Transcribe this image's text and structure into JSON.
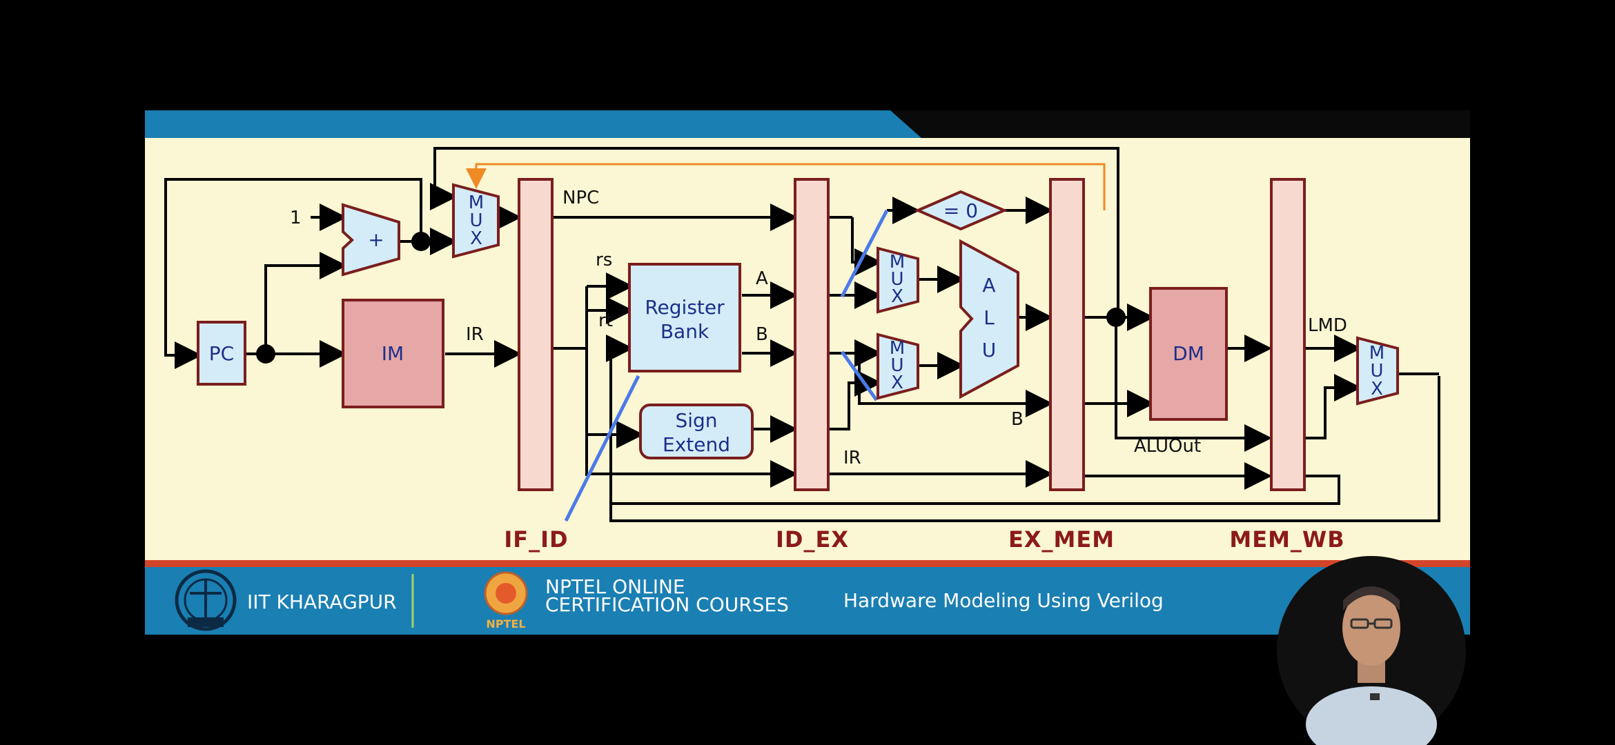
{
  "footer": {
    "institute": "IIT KHARAGPUR",
    "nptel_line1": "NPTEL ONLINE",
    "nptel_line2": "CERTIFICATION COURSES",
    "nptel_logo_text": "NPTEL",
    "course_title": "Hardware Modeling Using Verilog"
  },
  "blocks": {
    "pc": "PC",
    "im": "IM",
    "register_bank_line1": "Register",
    "register_bank_line2": "Bank",
    "sign_extend_line1": "Sign",
    "sign_extend_line2": "Extend",
    "dm": "DM",
    "adder": "+",
    "zero_check": "= 0",
    "alu_letters": [
      "A",
      "L",
      "U"
    ],
    "mux_letters": [
      "M",
      "U",
      "X"
    ]
  },
  "signals": {
    "one": "1",
    "npc": "NPC",
    "ir_if": "IR",
    "rs": "rs",
    "rt": "rt",
    "a": "A",
    "b_id": "B",
    "ir_ex": "IR",
    "b_mem": "B",
    "aluout": "ALUOut",
    "lmd": "LMD"
  },
  "stages": [
    "IF_ID",
    "ID_EX",
    "EX_MEM",
    "MEM_WB"
  ],
  "colors": {
    "slide_bg": "#fbf6d3",
    "header_blue": "#1a7fb3",
    "footer_blue": "#1a7fb3",
    "footer_red": "#d2452a",
    "block_blue": "#d4ecf7",
    "block_pink": "#e6a7a7",
    "latch_fill": "#f8d9cf",
    "border_dark_red": "#7a1e1e",
    "wire": "#000000",
    "highlight_blue": "#4a7be8",
    "orange_wire": "#f08a24"
  }
}
